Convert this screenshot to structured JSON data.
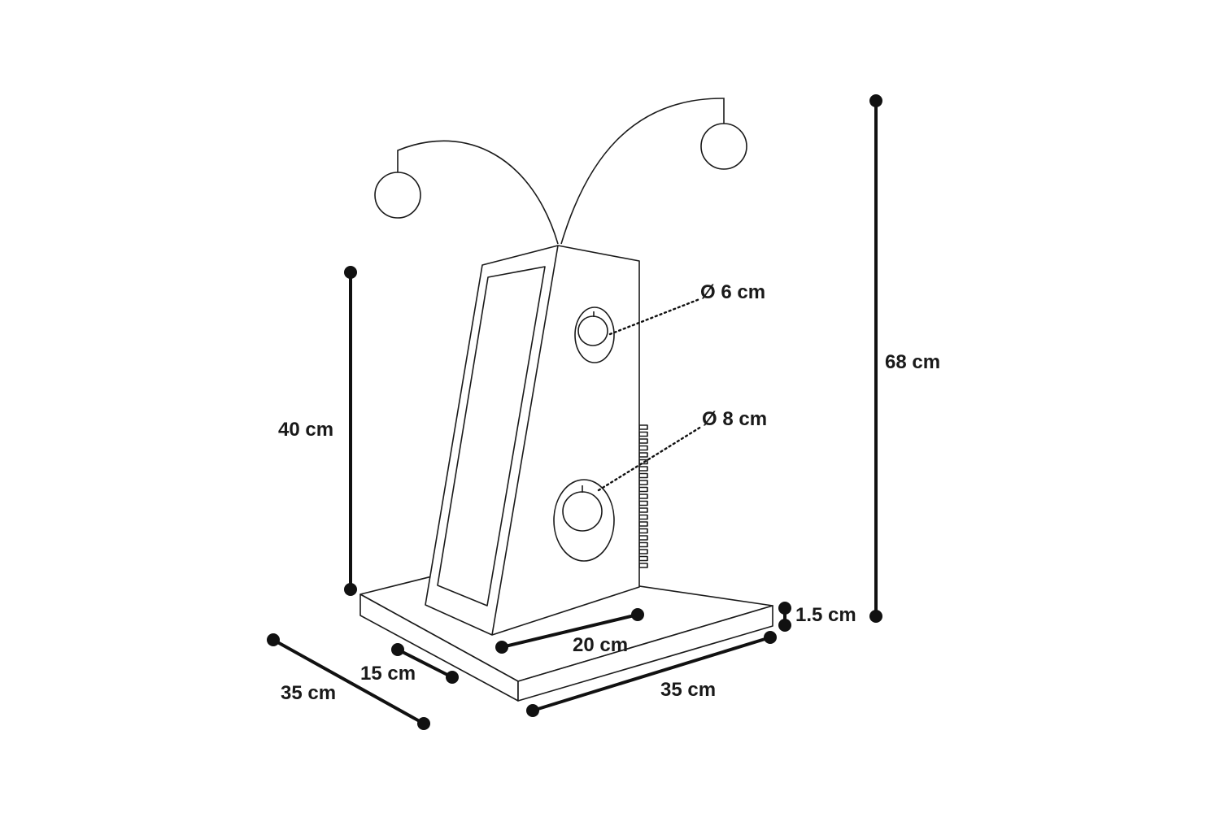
{
  "dimensions": {
    "total_height": "68 cm",
    "post_height": "40 cm",
    "base_thickness": "1.5 cm",
    "base_width": "35 cm",
    "base_depth": "35 cm",
    "post_width": "20 cm",
    "post_depth": "15 cm",
    "hole_small": "Ø 6 cm",
    "hole_large": "Ø 8 cm"
  },
  "colors": {
    "ink": "#1a1a1a",
    "background": "#ffffff"
  }
}
